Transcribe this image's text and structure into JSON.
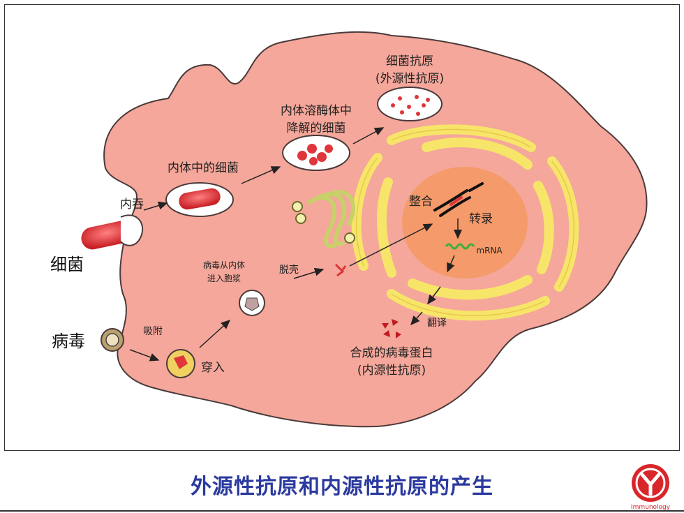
{
  "labels": {
    "bacteria": "细菌",
    "virus": "病毒",
    "phagocytosis": "内吞",
    "bacteria_in_endosome": "内体中的细菌",
    "degraded_line1": "内体溶酶体中",
    "degraded_line2": "降解的细菌",
    "bact_antigen_line1": "细菌抗原",
    "bact_antigen_line2": "(外源性抗原)",
    "integration": "整合",
    "transcription": "转录",
    "mrna": "mRNA",
    "translation": "翻译",
    "virus_to_cytosol_line1": "病毒从内体",
    "virus_to_cytosol_line2": "进入胞浆",
    "uncoating": "脱壳",
    "adsorption": "吸附",
    "penetration": "穿入",
    "viral_protein_line1": "合成的病毒蛋白",
    "viral_protein_line2": "(内源性抗原)"
  },
  "title": "外源性抗原和内源性抗原的产生",
  "logo_text": "Immunology",
  "colors": {
    "cell": "#f4a79a",
    "cell_edge": "#4a3a3a",
    "nucleus": "#f59a6a",
    "er": "#f7e56a",
    "bacteria": "#e0353a",
    "title": "#2b3a9e",
    "logo": "#d9262b"
  }
}
